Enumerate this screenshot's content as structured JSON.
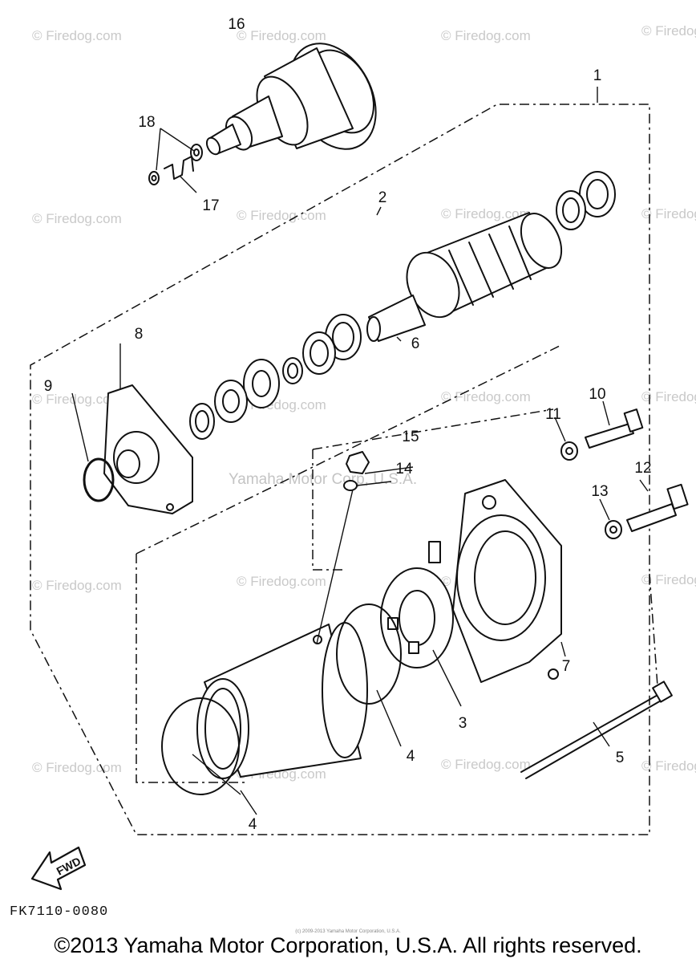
{
  "callouts": {
    "p1": "1",
    "p2": "2",
    "p3": "3",
    "p4a": "4",
    "p4b": "4",
    "p5": "5",
    "p6": "6",
    "p7": "7",
    "p8": "8",
    "p9": "9",
    "p10": "10",
    "p11": "11",
    "p12": "12",
    "p13": "13",
    "p14": "14",
    "p15": "15",
    "p16": "16",
    "p17": "17",
    "p18": "18"
  },
  "watermark": {
    "site": "© Firedog.com",
    "center": "Yamaha Motor Corp, U.S.A."
  },
  "fwd_label": "FWD",
  "diagram_code": "FK7110-0080",
  "fine_print": "(c) 2009-2013 Yamaha Motor Corporation, U.S.A.",
  "copyright": "©2013 Yamaha Motor Corporation, U.S.A. All rights reserved."
}
